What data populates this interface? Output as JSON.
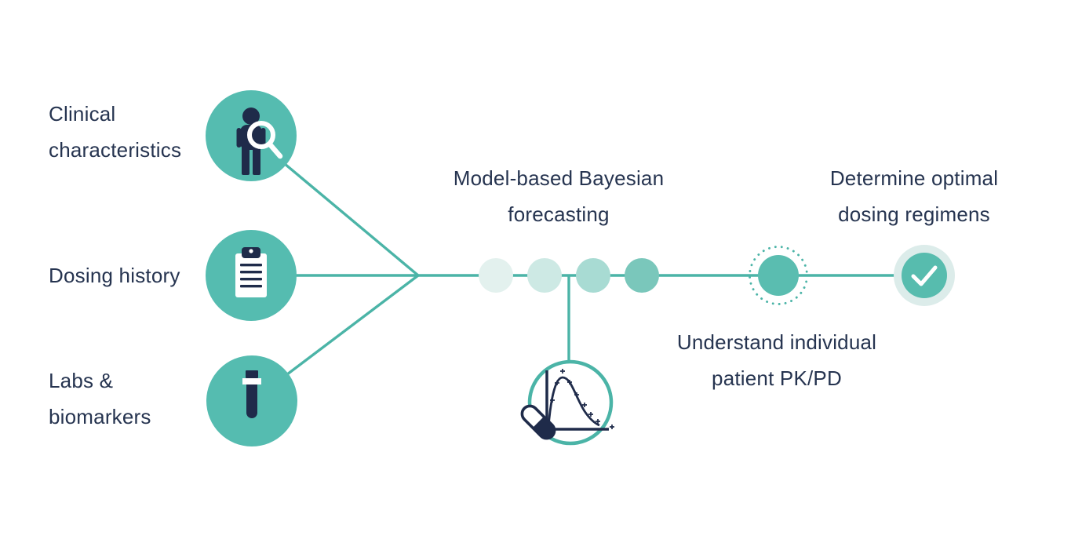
{
  "colors": {
    "background": "#ffffff",
    "teal-line": "#4bb4a7",
    "teal-circle": "#55bcb0",
    "icon-navy": "#1f2b4a",
    "text-navy": "#263450",
    "step-dot-1": "#e3f1ee",
    "step-dot-2": "#cde9e4",
    "step-dot-3": "#a8dbd3",
    "step-dot-4": "#7ac7bb",
    "milestone-fill": "#5abdb0",
    "check-halo": "#dcecea",
    "check-fill": "#57bcae"
  },
  "diagram": {
    "inputs": [
      {
        "label": "Clinical characteristics",
        "icon": "person-search-icon"
      },
      {
        "label": "Dosing history",
        "icon": "clipboard-icon"
      },
      {
        "label": "Labs & biomarkers",
        "icon": "test-tube-icon"
      }
    ],
    "process": {
      "label": "Model-based Bayesian forecasting",
      "steps_count": 4,
      "detail_icon": "pk-curve-chart-icon"
    },
    "milestones": [
      {
        "label": "Understand individual patient PK/PD",
        "icon": "dotted-circle-node"
      },
      {
        "label": "Determine optimal dosing regimens",
        "icon": "check-icon"
      }
    ]
  }
}
